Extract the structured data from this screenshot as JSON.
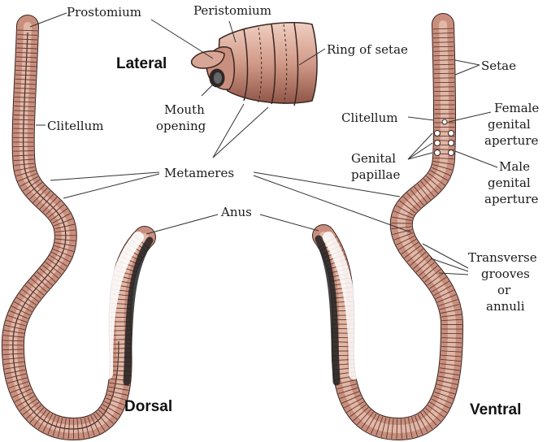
{
  "views": {
    "lateral": "Lateral",
    "dorsal": "Dorsal",
    "ventral": "Ventral"
  },
  "labels": {
    "prostomium": "Prostomium",
    "peristomium": "Peristomium",
    "ring_of_setae": "Ring of setae",
    "mouth_opening_1": "Mouth",
    "mouth_opening_2": "opening",
    "clitellum_left": "Clitellum",
    "metameres": "Metameres",
    "anus": "Anus",
    "setae": "Setae",
    "clitellum_right": "Clitellum",
    "female_1": "Female",
    "female_2": "genital",
    "female_3": "aperture",
    "genital_papillae_1": "Genital",
    "genital_papillae_2": "papillae",
    "male_1": "Male",
    "male_2": "genital",
    "male_3": "aperture",
    "transverse_1": "Transverse",
    "transverse_2": "grooves",
    "transverse_3": "or",
    "transverse_4": "annuli"
  },
  "colors": {
    "body": "#c98f7e",
    "body_dark": "#9c6153",
    "body_light": "#e4b8a8",
    "outline": "#3a2622",
    "groove": "#5e3a33"
  }
}
